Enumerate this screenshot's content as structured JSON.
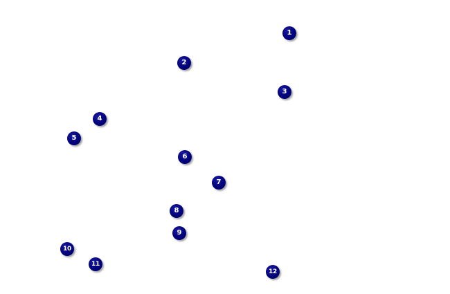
{
  "markers": [
    {
      "label": "1"
    },
    {
      "label": "2"
    },
    {
      "label": "3"
    },
    {
      "label": "4"
    },
    {
      "label": "5"
    },
    {
      "label": "6"
    },
    {
      "label": "7"
    },
    {
      "label": "8"
    },
    {
      "label": "9"
    },
    {
      "label": "10"
    },
    {
      "label": "11"
    },
    {
      "label": "12"
    }
  ],
  "colors": {
    "marker_fill": "#00007a",
    "marker_text": "#ffffff",
    "background": "#ffffff"
  }
}
